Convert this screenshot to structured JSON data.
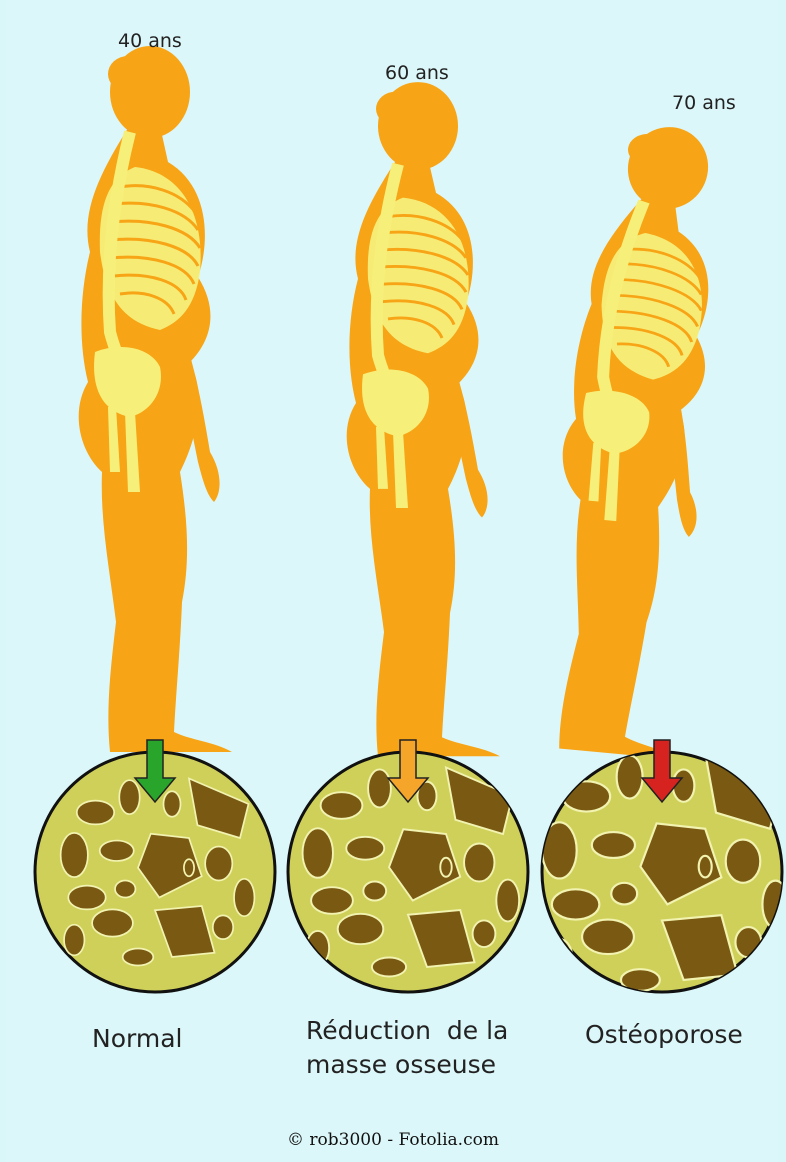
{
  "figures": [
    {
      "age": "40 ans",
      "caption_lines": [
        "Normal"
      ],
      "arrow_color": "#2aa52c"
    },
    {
      "age": "60 ans",
      "caption_lines": [
        "Réduction  de la",
        "masse osseuse"
      ],
      "arrow_color": "#f4a52a"
    },
    {
      "age": "70 ans",
      "caption_lines": [
        "Ostéoporose"
      ],
      "arrow_color": "#d6231f"
    }
  ],
  "credit": "© rob3000 - Fotolia.com",
  "colors": {
    "background": "#dcf7f9",
    "body": "#f7a416",
    "skeleton": "#f6f07a",
    "bone_matrix": "#cfd05a",
    "bone_pore": "#7a5a12"
  }
}
